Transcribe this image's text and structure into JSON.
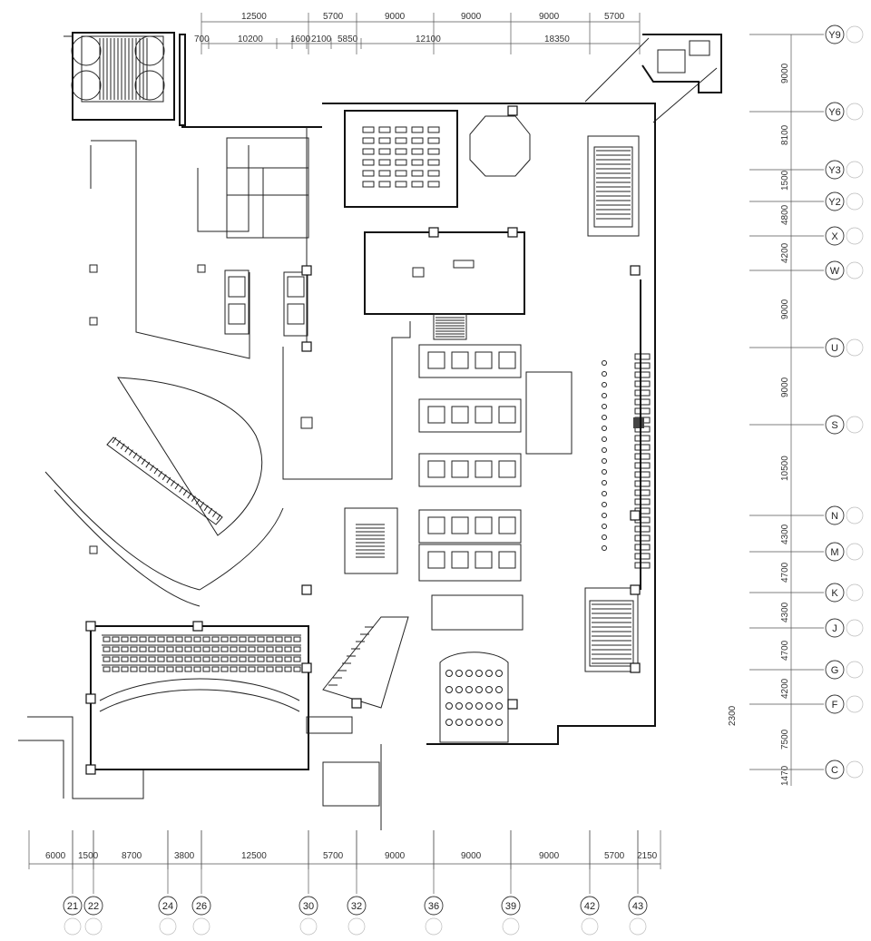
{
  "colors": {
    "line": "#111111",
    "background": "#ffffff",
    "axis": "#555555"
  },
  "top_dims_row1": [
    "12500",
    "5700",
    "9000",
    "9000",
    "9000",
    "5700"
  ],
  "top_dims_row2": [
    "700",
    "10200",
    "1600",
    "2100",
    "5850",
    "12100",
    "18350"
  ],
  "bottom_dims": [
    "6000",
    "1500",
    "8700",
    "3800",
    "12500",
    "5700",
    "9000",
    "9000",
    "9000",
    "5700",
    "2150"
  ],
  "right_dims": [
    "9000",
    "8100",
    "1500",
    "4800",
    "4200",
    "9000",
    "9000",
    "10500",
    "4300",
    "4700",
    "4300",
    "4700",
    "4200",
    "2300",
    "7500",
    "1470"
  ],
  "row_axes": [
    "Y9",
    "Y6",
    "Y3",
    "Y2",
    "X",
    "W",
    "U",
    "S",
    "N",
    "M",
    "K",
    "J",
    "G",
    "F",
    "C"
  ],
  "col_axes": [
    "21",
    "22",
    "24",
    "26",
    "30",
    "32",
    "36",
    "39",
    "42",
    "43"
  ]
}
